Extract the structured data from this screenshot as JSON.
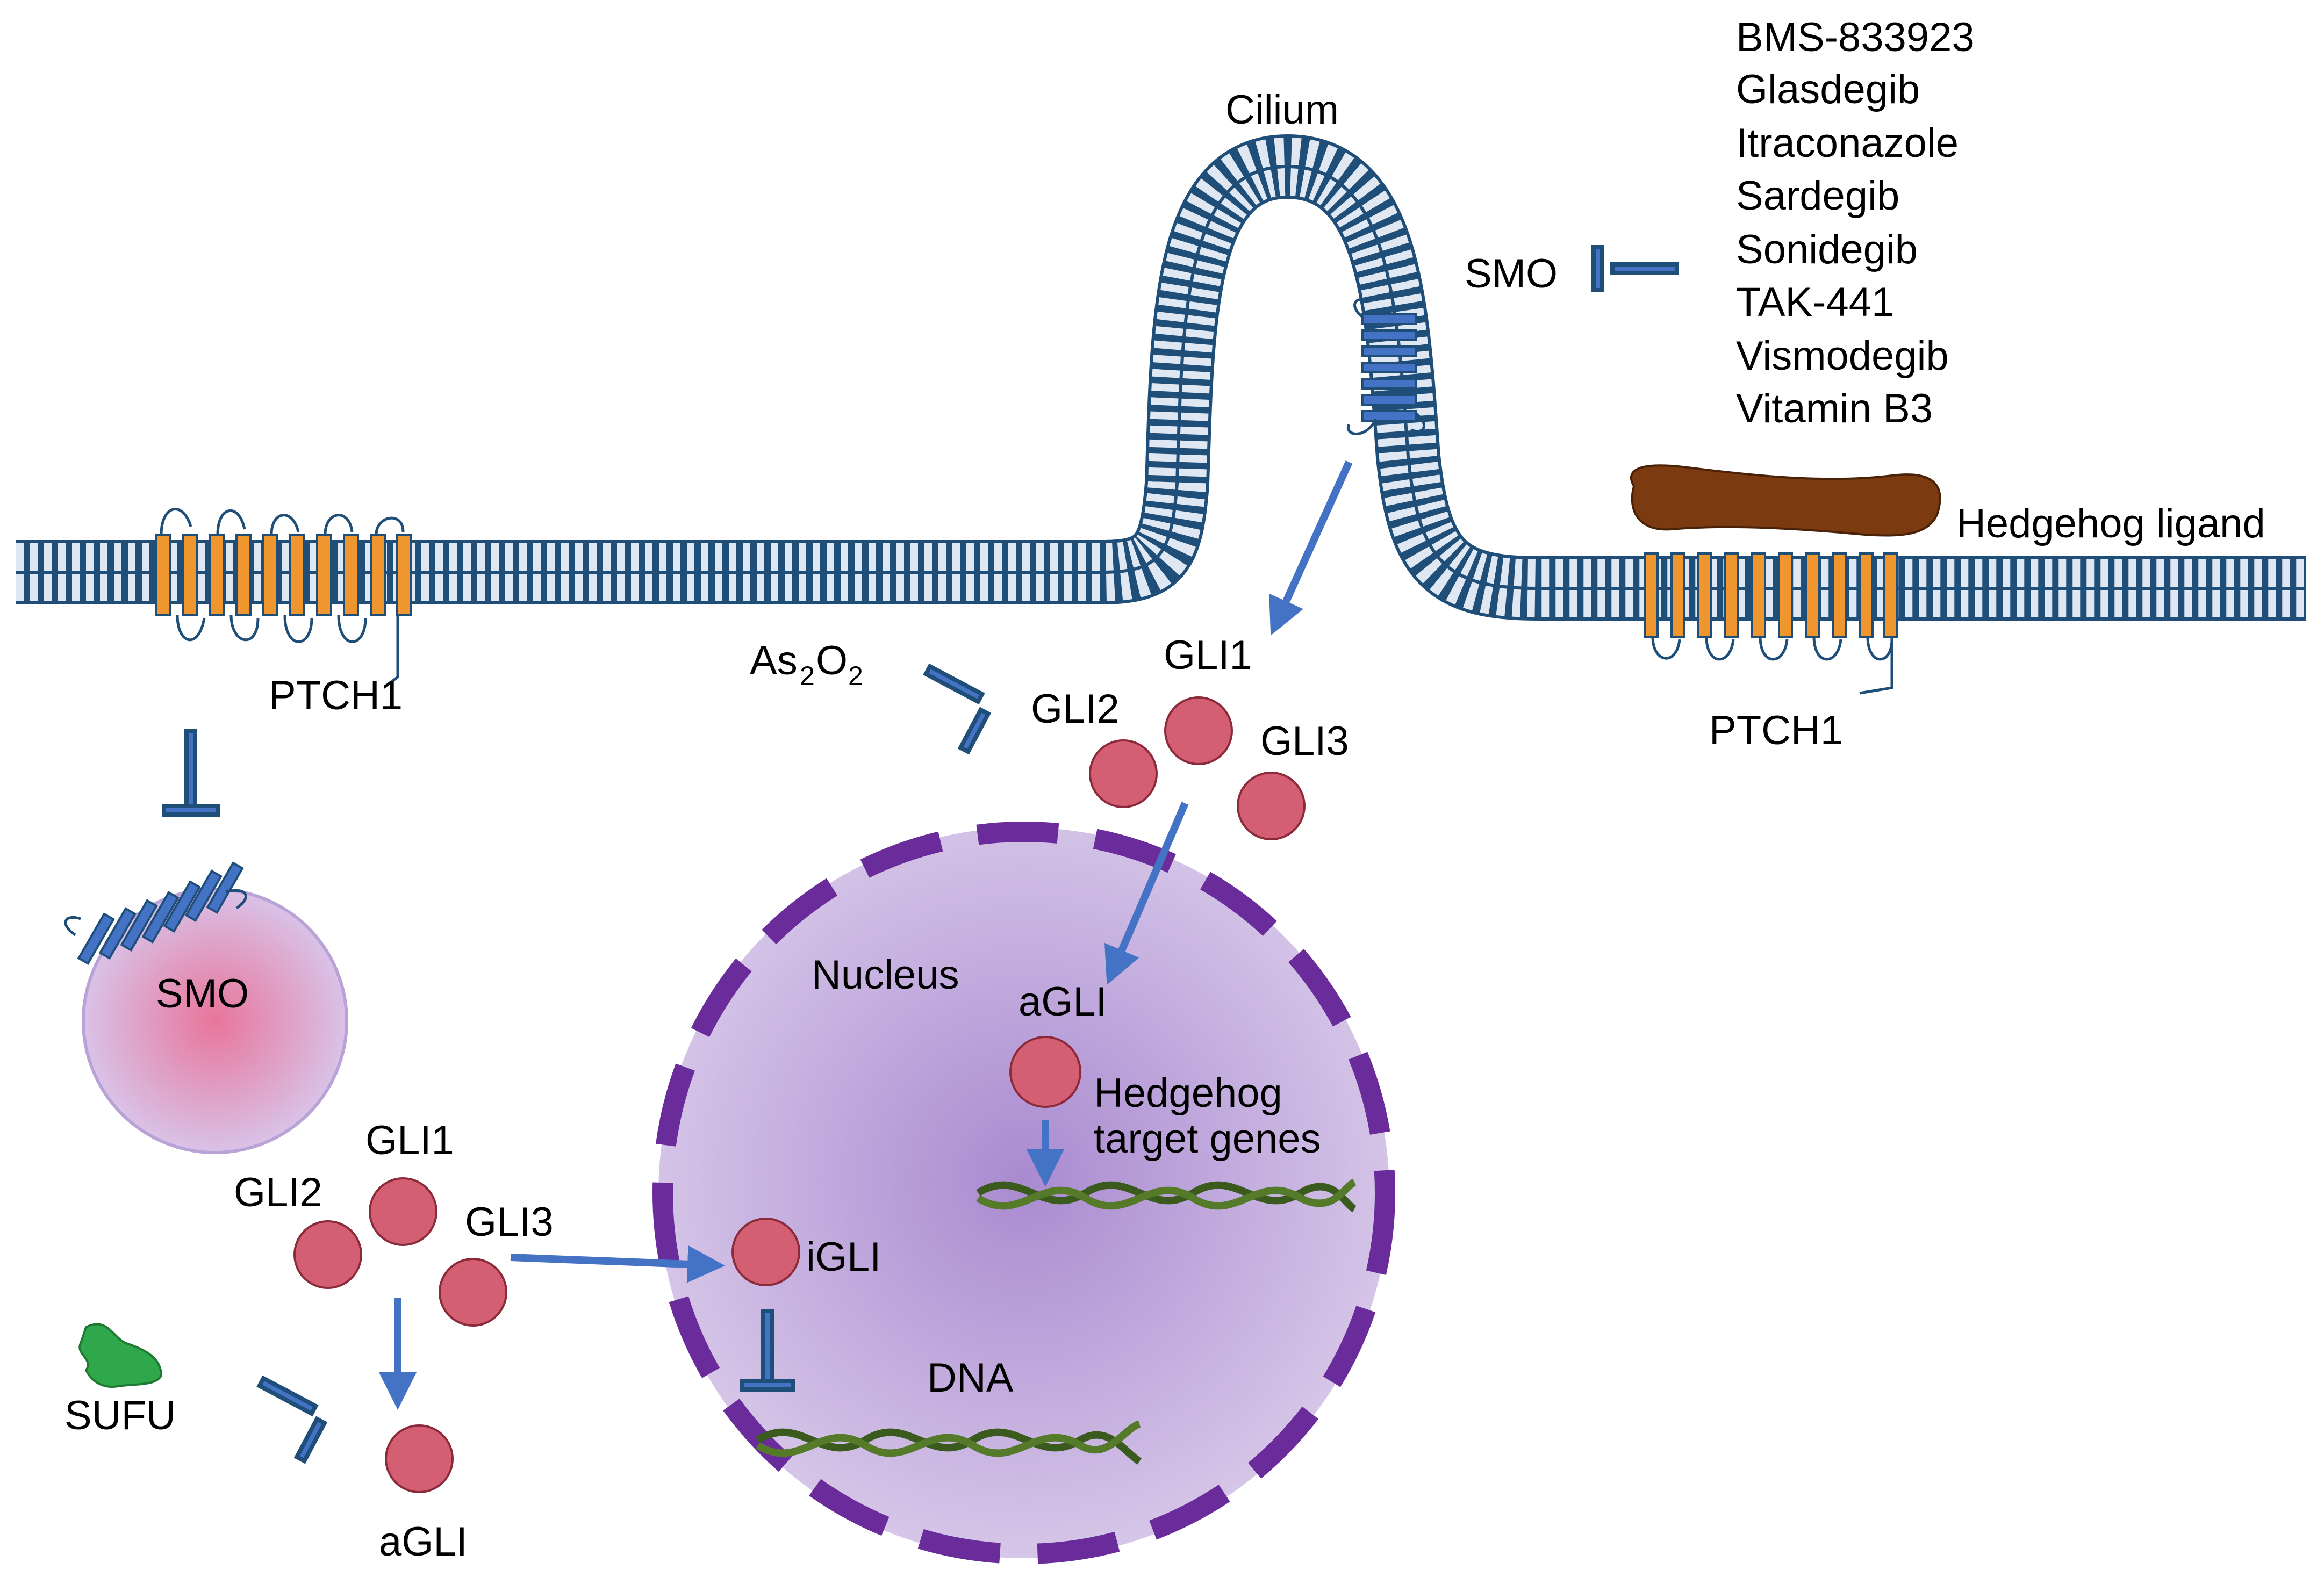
{
  "labels": {
    "cilium": "Cilium",
    "ptch1_left": "PTCH1",
    "ptch1_right": "PTCH1",
    "hedgehog_ligand": "Hedgehog ligand",
    "smo_inhibited": "SMO",
    "smo_vesicle": "SMO",
    "as2o2_main": "As",
    "as2o2_sub1": "2",
    "as2o2_o": "O",
    "as2o2_sub2": "2",
    "gli1_top": "GLI1",
    "gli2_top": "GLI2",
    "gli3_top": "GLI3",
    "gli1_bottom": "GLI1",
    "gli2_bottom": "GLI2",
    "gli3_bottom": "GLI3",
    "nucleus": "Nucleus",
    "agli_nucleus": "aGLI",
    "target_genes_line1": "Hedgehog",
    "target_genes_line2": "target genes",
    "igli": "iGLI",
    "dna": "DNA",
    "sufu": "SUFU",
    "agli_bottom": "aGLI"
  },
  "inhibitors": [
    "BMS-833923",
    "Glasdegib",
    "Itraconazole",
    "Sardegib",
    "Sonidegib",
    "TAK-441",
    "Vismodegib",
    "Vitamin B3"
  ],
  "colors": {
    "membrane": "#1f4e79",
    "arrow": "#4472c4",
    "gli": "#d45f72",
    "nucleus_border": "#6a2c9a",
    "ligand": "#7b3a10",
    "ptch1_helix": "#f0962e",
    "smo_helix": "#4472c4",
    "sufu": "#2ea84a",
    "dna": "#3b5a1e"
  }
}
